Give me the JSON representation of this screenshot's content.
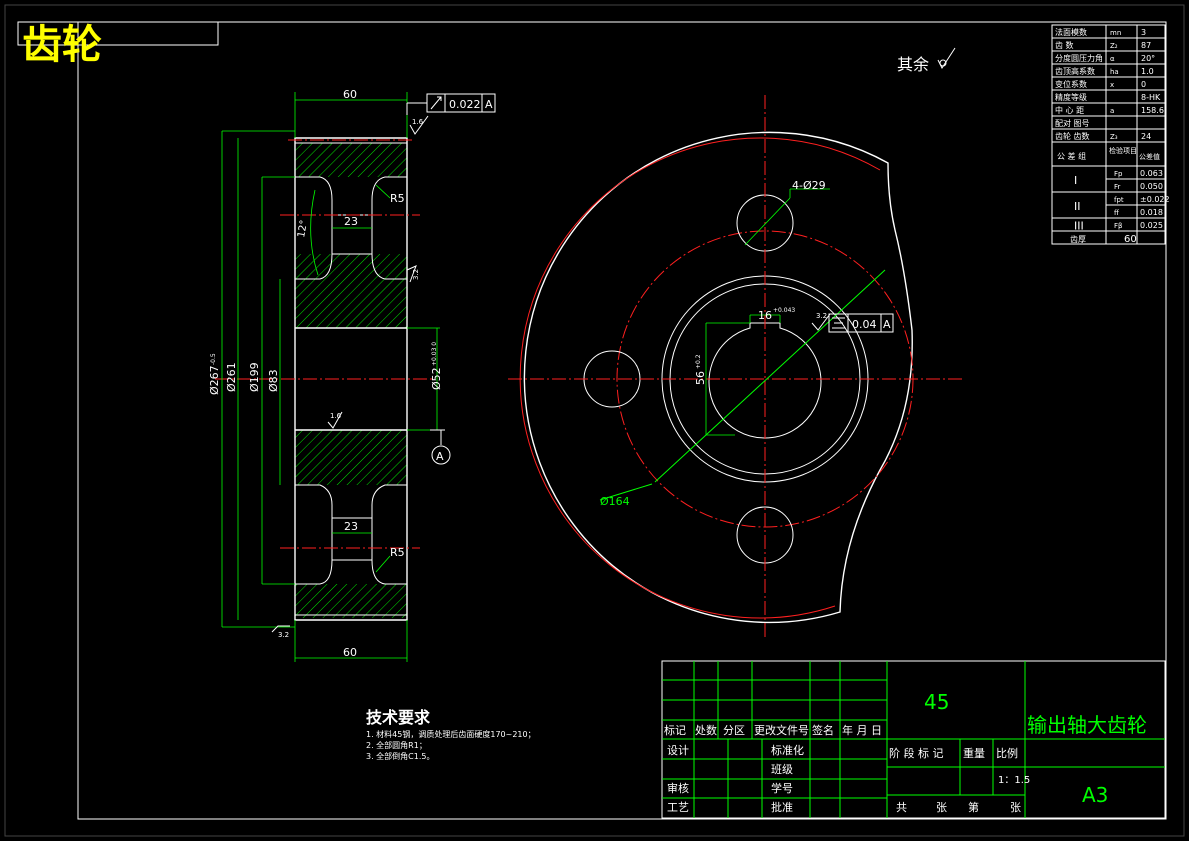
{
  "title": "齿轮",
  "surface_note": "其余",
  "section_view": {
    "dim_width_top": "60",
    "dim_width_bottom": "60",
    "tol_frame_top": {
      "value": "0.022",
      "datum": "A"
    },
    "dims": {
      "d_tip": "Ø267",
      "d_tip_tol": "-0.5",
      "d_root": "Ø261",
      "d_web": "Ø199",
      "d_hub": "Ø83",
      "d_bore": "Ø52",
      "d_bore_tol": "+0.03 0",
      "web_thickness_top": "23",
      "web_thickness_bottom": "23",
      "radius_top": "R5",
      "radius_bottom": "R5",
      "angle": "12°"
    },
    "roughness": [
      "1.6",
      "3.2",
      "1.6",
      "3.2"
    ],
    "datum_label": "A"
  },
  "front_view": {
    "hole_note": "4-Ø29",
    "pitch_circle": "Ø164",
    "keyway_width": "16",
    "keyway_width_tol": "+0.043",
    "keyway_depth": "56",
    "keyway_depth_tol": "+0.2",
    "roughness": "3.2",
    "tol_frame": {
      "value": "0.04",
      "datum": "A"
    }
  },
  "param_table": {
    "rows": [
      {
        "name": "法面模数",
        "sym": "mn",
        "val": "3"
      },
      {
        "name": "齿 数",
        "sym": "Z₂",
        "val": "87"
      },
      {
        "name": "分度圆压力角",
        "sym": "α",
        "val": "20°"
      },
      {
        "name": "齿顶高系数",
        "sym": "ha",
        "val": "1.0"
      },
      {
        "name": "变位系数",
        "sym": "x",
        "val": "0"
      },
      {
        "name": "精度等级",
        "sym": "",
        "val": "8-HK"
      },
      {
        "name": "中 心 距",
        "sym": "a",
        "val": "158.6"
      },
      {
        "name": "配对 图号",
        "sym": "",
        "val": ""
      },
      {
        "name": "齿轮 齿数",
        "sym": "Z₃",
        "val": "24"
      }
    ],
    "group_header": {
      "group": "公 差 组",
      "item": "检验项目",
      "value": "公差值"
    },
    "groups": [
      {
        "label": "I",
        "items": [
          {
            "sym": "Fp",
            "val": "0.063"
          },
          {
            "sym": "Fr",
            "val": "0.050"
          }
        ]
      },
      {
        "label": "II",
        "items": [
          {
            "sym": "fpt",
            "val": "±0.022"
          },
          {
            "sym": "ff",
            "val": "0.018"
          }
        ]
      },
      {
        "label": "III",
        "items": [
          {
            "sym": "Fβ",
            "val": "0.025"
          }
        ]
      }
    ],
    "width_row": {
      "name": "齿厚",
      "val": "60"
    }
  },
  "tech_req": {
    "title": "技术要求",
    "lines": [
      "1. 材料45钢，调质处理后齿面硬度170~210；",
      "2. 全部圆角R1；",
      "3. 全部倒角C1.5。"
    ]
  },
  "title_block": {
    "material": "45",
    "drawing_name": "输出轴大齿轮",
    "sheet_size": "A3",
    "scale": "1：1.5",
    "rev_headers": [
      "标记",
      "处数",
      "分区",
      "更改文件号",
      "签名",
      "年 月 日"
    ],
    "stage_headers": [
      "阶 段 标 记",
      "重量",
      "比例"
    ],
    "left_labels": [
      "设计",
      "审核",
      "工艺"
    ],
    "mid_labels": [
      "标准化",
      "班级",
      "学号",
      "批准"
    ],
    "sheet_count": [
      "共",
      "张",
      "第",
      "张"
    ]
  }
}
